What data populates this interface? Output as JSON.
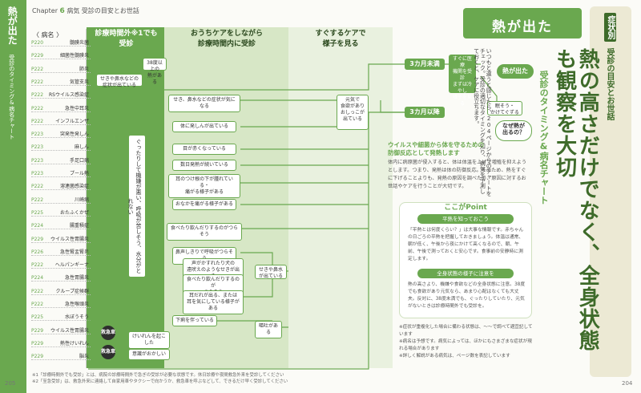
{
  "header": {
    "chapter_word": "Chapter",
    "chapter_no": "6",
    "chapter_title": "病気",
    "section": "受診の目安とお世話"
  },
  "left_tab": {
    "title": "熱が出た",
    "sub": "受診のタイミング&病名チャート"
  },
  "columns": {
    "disease": "〈 病名 〉",
    "out_hours": "診療時間外※1でも\n受診",
    "in_hours": "おうちケアをしながら\n診療時間内に受診",
    "home": "すぐするケアで\n様子を見る"
  },
  "diseases": [
    {
      "pg": "P220",
      "nm": "髄膜炎菌"
    },
    {
      "pg": "P229",
      "nm": "細菌性髄膜炎"
    },
    {
      "pg": "P222",
      "nm": "肺炎"
    },
    {
      "pg": "P222",
      "nm": "気管支炎"
    },
    {
      "pg": "P222",
      "nm": "RSウイルス感染症"
    },
    {
      "pg": "P222",
      "nm": "急性中耳炎"
    },
    {
      "pg": "P222",
      "nm": "インフルエンザ"
    },
    {
      "pg": "P223",
      "nm": "突発性発しん"
    },
    {
      "pg": "P223",
      "nm": "麻しん"
    },
    {
      "pg": "P223",
      "nm": "手足口病"
    },
    {
      "pg": "P223",
      "nm": "プール熱"
    },
    {
      "pg": "P222",
      "nm": "溶連菌感染症"
    },
    {
      "pg": "P222",
      "nm": "川崎病"
    },
    {
      "pg": "P225",
      "nm": "おたふくかぜ"
    },
    {
      "pg": "P224",
      "nm": "腸重積症"
    },
    {
      "pg": "P229",
      "nm": "ウイルス性胃腸炎"
    },
    {
      "pg": "P226",
      "nm": "急性腎盂腎炎"
    },
    {
      "pg": "P222",
      "nm": "ヘルパンギーナ"
    },
    {
      "pg": "P224",
      "nm": "急性胃腸炎"
    },
    {
      "pg": "P222",
      "nm": "クループ症候群"
    },
    {
      "pg": "P222",
      "nm": "急性喉頭炎"
    },
    {
      "pg": "P225",
      "nm": "水ぼうそう"
    },
    {
      "pg": "P229",
      "nm": "ウイルス性胃腸炎"
    },
    {
      "pg": "P229",
      "nm": "熱性けいれん"
    },
    {
      "pg": "P229",
      "nm": "脳炎"
    }
  ],
  "flow": {
    "fever": "熱が出た",
    "under3": "3カ月未満",
    "over3": "3カ月以降",
    "why": "なぜ熱が\n出るの？",
    "normal": "元気で\n食欲があり\nおしっこが\n出ている",
    "baby": "38度以上の\n熱がある",
    "urgent_low": "せきや鼻水などの\n症状が出ている",
    "over3_note": "眠そう・\nかけてぐずる",
    "under3_note": "すぐに医療\n機関を受診\nまずは冷やし\n様子を見る",
    "s1": "せき、鼻水などの症状が気になる",
    "s2": "体に発しんが出ている",
    "s3": "目が赤くなっている",
    "s4": "数日発熱が続いている",
    "s5": "耳のつけ根の下が腫れている・\n痛がる様子がある",
    "s6": "おなかを痛がる様子がある",
    "s7": "食べたり飲んだりするのがつらそう",
    "s8": "鼻声しきりで呼吸がつらそう",
    "s9": "声がかすれたり犬の\n遠吠えのようなせきが出る",
    "s10": "食べたり飲んだりするのが\nつらそう",
    "s11": "耳だれが出る、または\n耳を気にしている様子がある",
    "s12": "下痢を伴っている",
    "s13": "けいれんを起こした",
    "s14": "意識がおかしい",
    "vomit": "せきや鼻水\nが出ている",
    "diarrhea": "嘔吐がある",
    "long": "ぐったりして機嫌が悪い、呼吸が苦しそう、水分がとれない",
    "tag1": "救急車",
    "tag2": "救急車"
  },
  "right": {
    "title": "熱が出た",
    "side1": "症状別",
    "side2": "受診の目安とお世話",
    "big": "熱の高さだけでなく、全身状態も観察を大切",
    "chart_label": "受診のタイミング&病名チャート",
    "desc": "いつもと違うと感じたら、204ページからのチャートをチェック。受診の適切なタイミングを知り、病気を予測しておくと、ケアに役立ちます。",
    "intro_h": "ウイルスや細菌から体を守るための\n防御反応として発熱します",
    "intro": "体内に病原菌が侵入すると、体は体温を上げて増殖を抑えようとします。つまり、発熱は体の防御反応。そのため、熱をすぐに下げることよりも、発熱の原因を調べたり、原因に対するお世話やケアを行うことが大切です。",
    "point": "ここがPoint",
    "p1": "平熱を知っておこう",
    "p1t": "「平熱とは何度くらい？」は大事な情報です。赤ちゃんの日ごろの平熱を把握しておきましょう。体温は通常、朝が低く、午後から夜にかけて高くなるので、朝、午前、午後で測っておくと安心です。食事前の安静時に測定します。",
    "p2": "全身状態の様子に注意を",
    "p2t": "熱の高さより、機嫌や食欲などの全身状態に注意。38度でも食欲があり元気なら、あまり心配はなくても大丈夫。反対に、38度未満でも、ぐったりしていたり、元気がないときは診療時間外でも受診を。",
    "notes": "※症状が重複化した場合に備わる状態は、〜〜で調べて適宜記しています\n※病名は予想です。病気によっては、ほかにもさまざまな症状が現れる場合があります\n※詳しく解説がある病気は、ページ数を表記しています",
    "foot": "※1「診療時間外でも受診」とは、病院の診療時間外で急ぎの受診が必要な状態です。休日診療や夜間救急外来を受診してください\n※2「至急受診」は、救急外来に連絡して自家用車やタクシーで向かうか、救急車を呼ぶなどして、できるだけ早く受診してください"
  },
  "pages": {
    "left": "205",
    "right": "204"
  },
  "colors": {
    "green": "#6aa84f",
    "dark_green": "#3e6b2a",
    "light_band": "#d7e7c6"
  }
}
